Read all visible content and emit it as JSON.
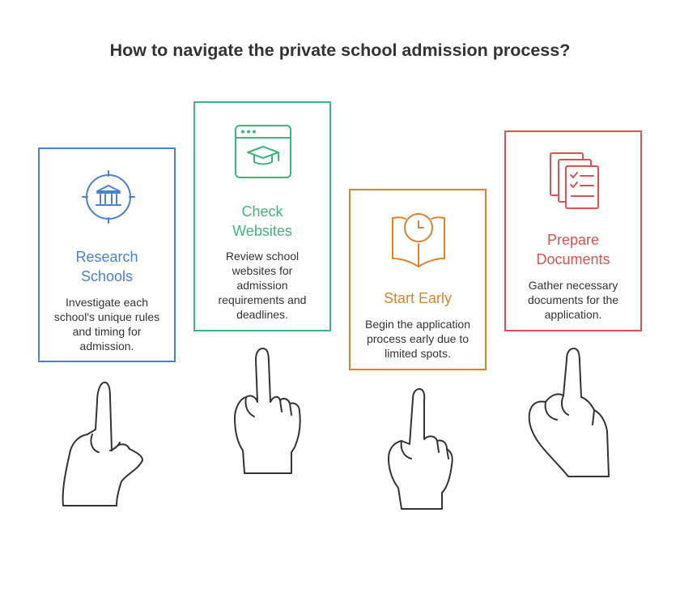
{
  "title": "How to navigate the private school admission process?",
  "colors": {
    "blue": "#4a7fd6",
    "green": "#3db57d",
    "orange": "#d9832c",
    "red": "#d8524f",
    "text": "#333333"
  },
  "cards": [
    {
      "id": "research-schools",
      "heading": [
        "Research",
        "Schools"
      ],
      "description": [
        "Investigate each",
        "school's unique rules",
        "and timing for",
        "admission."
      ],
      "icon": "institution-target-icon",
      "color": "#4a7fd6"
    },
    {
      "id": "check-websites",
      "heading": [
        "Check",
        "Websites"
      ],
      "description": [
        "Review school",
        "websites for",
        "admission",
        "requirements and",
        "deadlines."
      ],
      "icon": "browser-graduation-cap-icon",
      "color": "#3db57d"
    },
    {
      "id": "start-early",
      "heading": [
        "Start Early"
      ],
      "description": [
        "Begin the application",
        "process early due to",
        "limited spots."
      ],
      "icon": "clock-book-icon",
      "color": "#d9832c"
    },
    {
      "id": "prepare-documents",
      "heading": [
        "Prepare",
        "Documents"
      ],
      "description": [
        "Gather necessary",
        "documents for the",
        "application."
      ],
      "icon": "checklist-documents-icon",
      "color": "#d8524f"
    }
  ]
}
